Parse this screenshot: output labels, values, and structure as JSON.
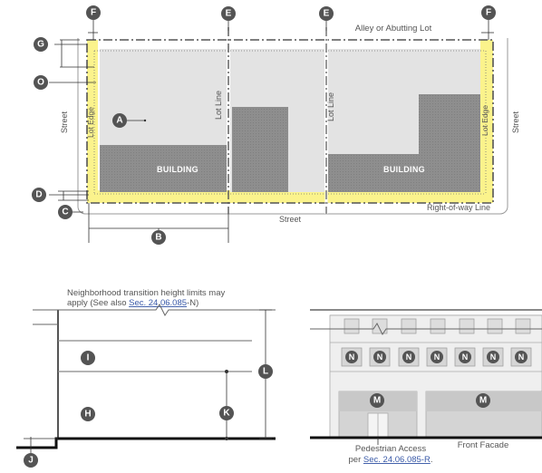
{
  "plan": {
    "alley_label": "Alley or Abutting Lot",
    "street_bottom": "Street",
    "street_left": "Street",
    "street_right": "Street",
    "row_label": "Right-of-way Line",
    "lot_line_left": "Lot Line",
    "lot_line_right": "Lot Line",
    "lot_edge_left": "Lot Edge",
    "lot_edge_right": "Lot Edge",
    "building_left": "BUILDING",
    "building_right": "BUILDING",
    "badges": {
      "F": "F",
      "E": "E",
      "G": "G",
      "O": "O",
      "A": "A",
      "D": "D",
      "C": "C",
      "B": "B"
    }
  },
  "section": {
    "note_line1": "Neighborhood transition height limits may",
    "note_line2_pre": "apply (See also ",
    "note_link": "Sec. 24.06.085",
    "note_line2_post": "-N)",
    "badges": {
      "I": "I",
      "H": "H",
      "K": "K",
      "L": "L",
      "J": "J"
    }
  },
  "elevation": {
    "front_facade": "Front Facade",
    "ped_line1": "Pedestrian Access",
    "ped_line2_pre": "per ",
    "ped_link": "Sec. 24.06.085-R",
    "ped_line2_post": ".",
    "n_label": "N",
    "m_label": "M"
  },
  "colors": {
    "badge": "#545454",
    "building": "#8a8a8a",
    "lot_fill": "#e3e3e3",
    "edge_yellow": "#fbf38c",
    "link": "#3a5aa8"
  }
}
